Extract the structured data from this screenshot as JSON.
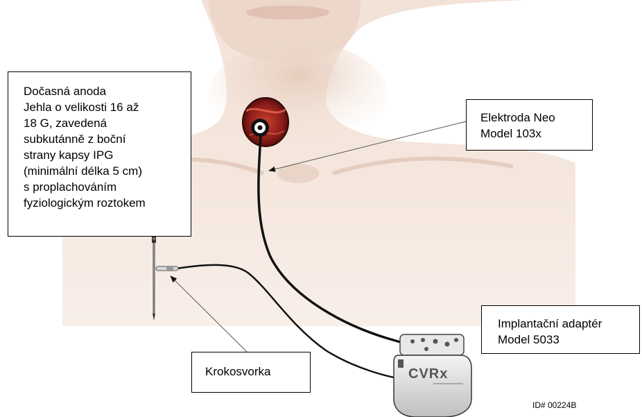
{
  "callouts": {
    "temporary_anode": {
      "lines": [
        "Dočasná anoda",
        "Jehla o velikosti 16 až",
        "18 G, zavedená",
        "subkutánně z boční",
        "strany kapsy IPG",
        "(minimální délka 5 cm)",
        "s proplachováním",
        "fyziologickým roztokem"
      ]
    },
    "neo_electrode": {
      "lines": [
        "Elektroda Neo",
        "Model 103x"
      ]
    },
    "implant_adapter": {
      "lines": [
        "Implantační adaptér",
        "Model 5033"
      ]
    },
    "alligator_clip": {
      "lines": [
        "Krokosvorka"
      ]
    }
  },
  "device": {
    "brand": "CVRx"
  },
  "footer": {
    "id": "ID# 00224B"
  },
  "colors": {
    "skin_light": "#f6e9e0",
    "skin_mid": "#ecd6c8",
    "skin_shadow": "#dcbfae",
    "tissue_red": "#8e1e1a",
    "lead_black": "#111111",
    "device_gray": "#d6d6d6"
  }
}
